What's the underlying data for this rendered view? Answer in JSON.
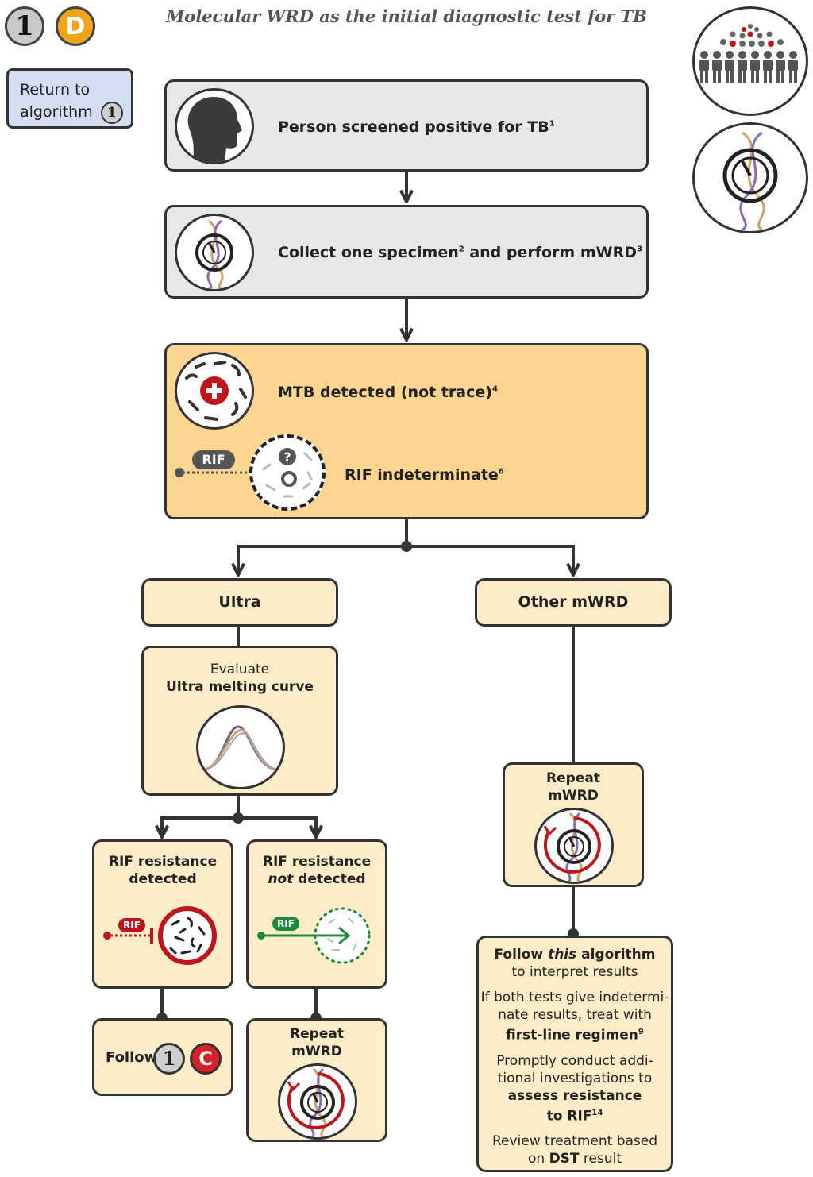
{
  "title": "Molecular WRD as the initial diagnostic test for TB",
  "badges": {
    "number": "1",
    "letter": "D"
  },
  "return_button": {
    "line1": "Return to",
    "line2": "algorithm",
    "number": "1"
  },
  "steps": {
    "screened": {
      "text": "Person screened positive for TB",
      "sup": "1"
    },
    "collect": {
      "text_a": "Collect one specimen",
      "sup_a": "2",
      "text_b": " and perform mWRD",
      "sup_b": "3"
    },
    "result": {
      "mtb_text": "MTB detected (not trace)",
      "mtb_sup": "4",
      "rif_tag": "RIF",
      "rif_text": "RIF indeterminate",
      "rif_sup": "6"
    }
  },
  "branches": {
    "ultra": {
      "label": "Ultra",
      "evaluate_line1": "Evaluate",
      "evaluate_line2": "Ultra melting curve",
      "resistance_detected": {
        "line1": "RIF resistance",
        "line2": "detected",
        "tag": "RIF"
      },
      "resistance_not_detected": {
        "line1": "RIF resistance",
        "line2_em": "not",
        "line2_rest": " detected",
        "tag": "RIF"
      },
      "follow": {
        "label": "Follow",
        "number": "1",
        "letter": "C"
      },
      "repeat": {
        "line1": "Repeat",
        "line2": "mWRD"
      }
    },
    "other": {
      "label": "Other mWRD",
      "repeat": {
        "line1": "Repeat",
        "line2": "mWRD"
      },
      "final": {
        "p1_bold_a": "Follow ",
        "p1_em": "this",
        "p1_bold_b": " algorithm",
        "p1_line2": "to interpret results",
        "p2_line1": "If both tests give indetermi-",
        "p2_line2": "nate results, treat with",
        "p2_bold": "first-line regimen",
        "p2_sup": "9",
        "p3_line1": "Promptly conduct addi-",
        "p3_line2": "tional investigations to",
        "p3_bold1": "assess resistance",
        "p3_bold2": "to RIF",
        "p3_sup": "14",
        "p4_line1": "Review treatment based",
        "p4_pre": "on ",
        "p4_bold": "DST",
        "p4_post": " result"
      }
    }
  },
  "colors": {
    "grey_box": "#e7e7e7",
    "orange_box": "#fcd591",
    "cream_box": "#fdecc8",
    "red": "#c0141b",
    "green": "#1b8a3a",
    "orange_badge": "#f0a419"
  }
}
